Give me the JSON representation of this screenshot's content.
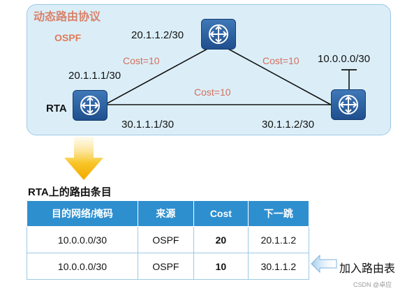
{
  "panel": {
    "title": "动态路由协议",
    "protocol": "OSPF"
  },
  "routers": {
    "top": {
      "ip_label": "20.1.1.2/30"
    },
    "left": {
      "name": "RTA",
      "ip_top": "20.1.1.1/30",
      "ip_bottom": "30.1.1.1/30"
    },
    "right": {
      "ip_bottom": "30.1.1.2/30",
      "network": "10.0.0.0/30"
    }
  },
  "links": {
    "left_top": "Cost=10",
    "top_right": "Cost=10",
    "left_right": "Cost=10"
  },
  "table": {
    "title": "RTA上的路由条目",
    "headers": [
      "目的网络/掩码",
      "来源",
      "Cost",
      "下一跳"
    ],
    "rows": [
      [
        "10.0.0.0/30",
        "OSPF",
        "20",
        "20.1.1.2"
      ],
      [
        "10.0.0.0/30",
        "OSPF",
        "10",
        "30.1.1.2"
      ]
    ]
  },
  "annotation": {
    "add_label": "加入路由表"
  },
  "watermark": "CSDN @卓应",
  "colors": {
    "panel_bg": "#dbeef8",
    "header_bg": "#2e8fcf",
    "accent": "#d36f5c",
    "arrow": "#f5b700",
    "router": "#2a5f9e"
  }
}
